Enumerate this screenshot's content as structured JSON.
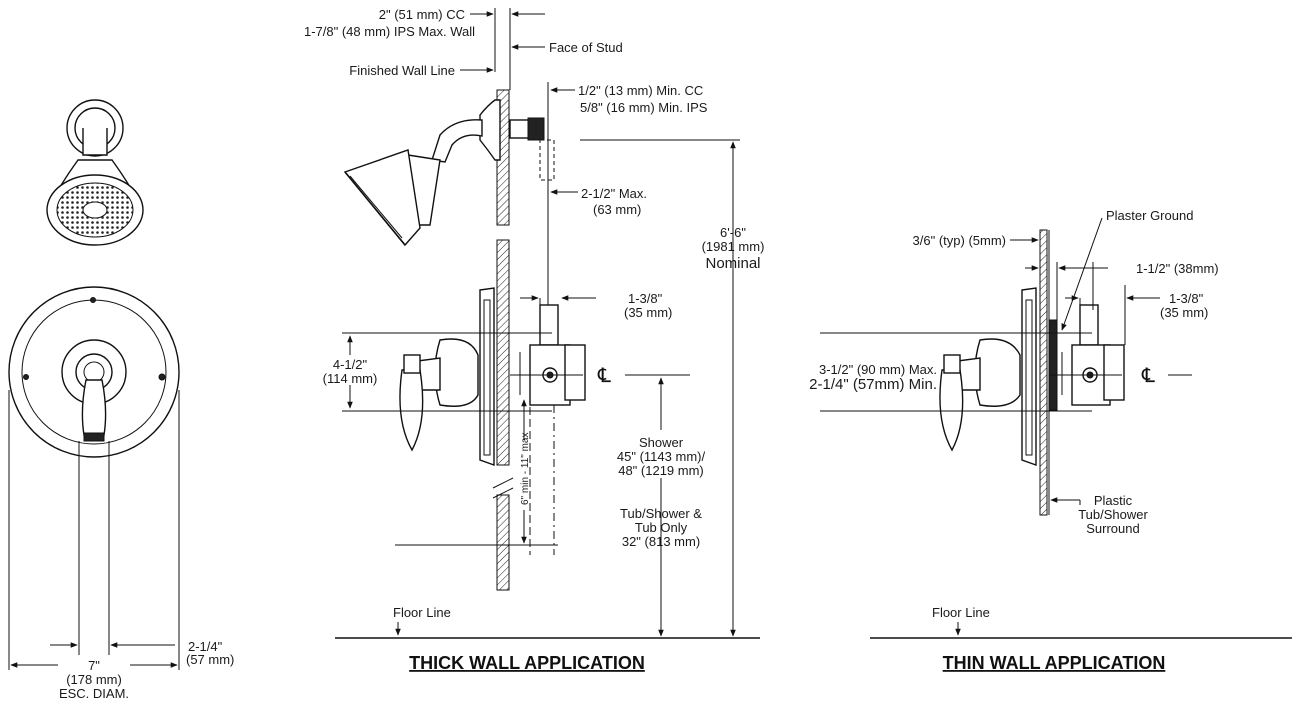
{
  "labels": {
    "cc_wall": "2\" (51 mm) CC",
    "ips_wall": "1-7/8\" (48 mm) IPS Max. Wall",
    "face_of_stud": "Face of Stud",
    "finished_wall": "Finished Wall Line",
    "min_cc": "1/2\" (13 mm) Min. CC",
    "min_ips": "5/8\" (16 mm) Min. IPS",
    "max_25": "2-1/2\" Max.",
    "max_25_mm": "(63 mm)",
    "nominal_ft": "6'-6\"",
    "nominal_mm": "(1981 mm)",
    "nominal": "Nominal",
    "thick_138": "1-3/8\"",
    "thick_138_mm": "(35 mm)",
    "thick_412": "4-1/2\"",
    "thick_412_mm": "(114 mm)",
    "cl": "℄",
    "shower": "Shower",
    "shower_45": "45\" (1143 mm)/",
    "shower_48": "48\" (1219 mm)",
    "max_6_11": "6\" min - 11\" max",
    "tub_shower": "Tub/Shower &",
    "tub_only": "Tub Only",
    "tub_32": "32\" (813 mm)",
    "floor_thick": "Floor Line",
    "title_thick": "THICK WALL APPLICATION",
    "typ": "3/6\" (typ) (5mm)",
    "plaster_ground": "Plaster Ground",
    "thin_112": "1-1/2\" (38mm)",
    "thin_138": "1-3/8\"",
    "thin_138_mm": "(35 mm)",
    "thin_312": "3-1/2\" (90 mm) Max.",
    "thin_214": "2-1/4\" (57mm) Min.",
    "plastic": "Plastic",
    "tub_surround_1": "Tub/Shower",
    "tub_surround_2": "Surround",
    "floor_thin": "Floor Line",
    "title_thin": "THIN WALL APPLICATION",
    "diam_214": "2-1/4\"",
    "diam_214_mm": "(57 mm)",
    "diam_7": "7\"",
    "diam_7_mm": "(178 mm)",
    "esc_diam": "ESC. DIAM."
  }
}
